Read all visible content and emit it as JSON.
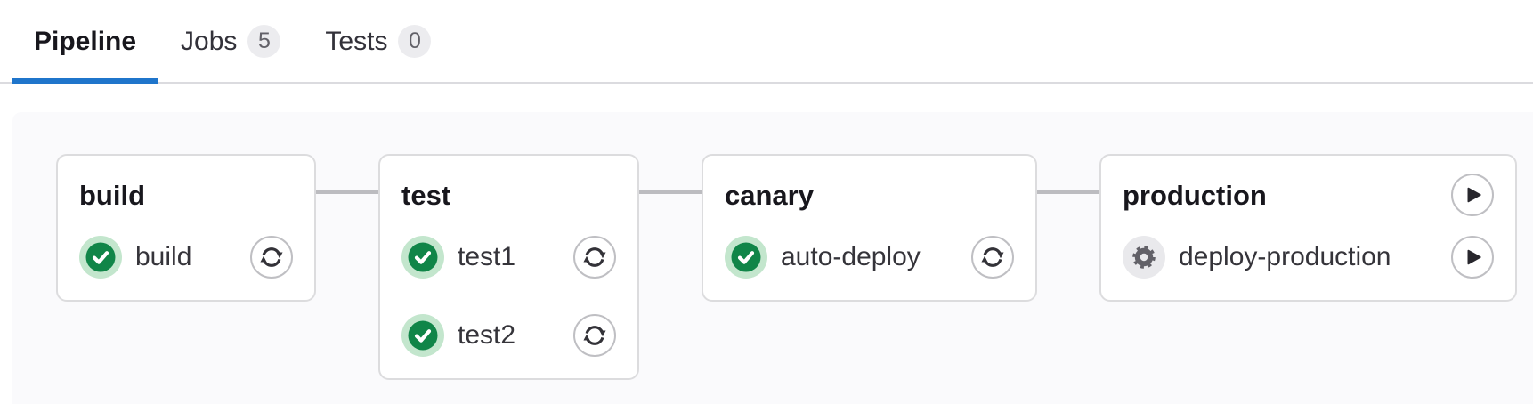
{
  "tabs": [
    {
      "label": "Pipeline",
      "active": true
    },
    {
      "label": "Jobs",
      "badge": "5"
    },
    {
      "label": "Tests",
      "badge": "0"
    }
  ],
  "pipeline": {
    "stages": [
      {
        "name": "build",
        "jobs": [
          {
            "name": "build",
            "status": "success",
            "status_icon": "check-circle",
            "action": "retry",
            "action_icon": "retry-circular-arrows"
          }
        ]
      },
      {
        "name": "test",
        "jobs": [
          {
            "name": "test1",
            "status": "success",
            "status_icon": "check-circle",
            "action": "retry",
            "action_icon": "retry-circular-arrows"
          },
          {
            "name": "test2",
            "status": "success",
            "status_icon": "check-circle",
            "action": "retry",
            "action_icon": "retry-circular-arrows"
          }
        ]
      },
      {
        "name": "canary",
        "jobs": [
          {
            "name": "auto-deploy",
            "status": "success",
            "status_icon": "check-circle",
            "action": "retry",
            "action_icon": "retry-circular-arrows"
          }
        ]
      },
      {
        "name": "production",
        "stage_action": "play",
        "stage_action_icon": "play-triangle",
        "jobs": [
          {
            "name": "deploy-production",
            "status": "manual",
            "status_icon": "gear",
            "action": "play",
            "action_icon": "play-triangle"
          }
        ]
      }
    ]
  },
  "colors": {
    "accent_blue": "#1f75cb",
    "success_green": "#108548",
    "success_halo": "#c3e6cd",
    "manual_halo": "#e9e9ec",
    "gear_gray": "#626168",
    "connector_gray": "#bcbcc0",
    "card_border": "#dcdcde",
    "panel_bg": "#fafafc",
    "badge_bg": "#ececef",
    "badge_text": "#626168"
  }
}
